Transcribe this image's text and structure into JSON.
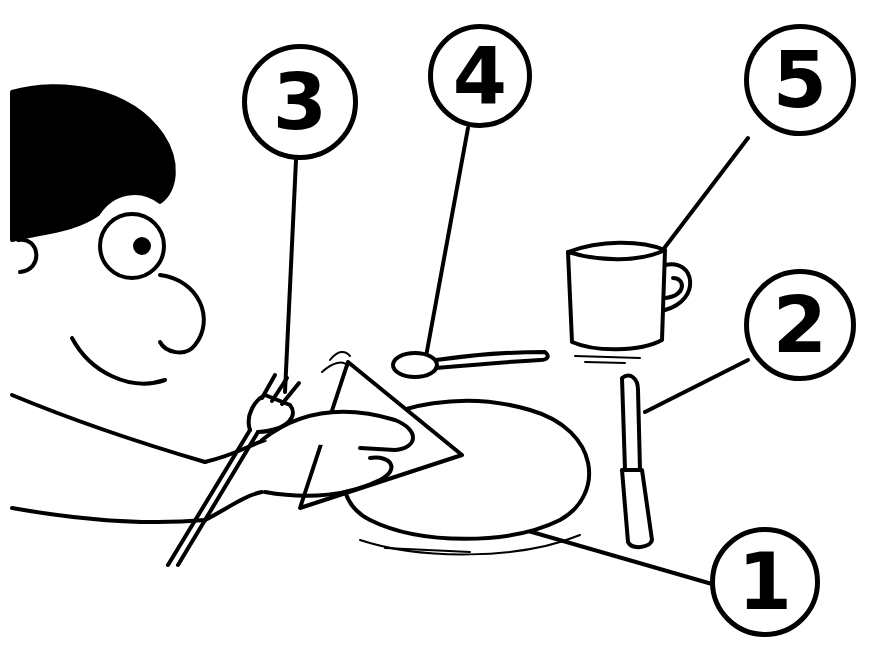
{
  "diagram": {
    "nodes": [
      {
        "text": [
          "3"
        ]
      },
      {
        "text": [
          "4"
        ]
      },
      {
        "text": [
          "5"
        ]
      },
      {
        "text": [
          "2"
        ]
      },
      {
        "text": [
          "1"
        ]
      }
    ]
  }
}
